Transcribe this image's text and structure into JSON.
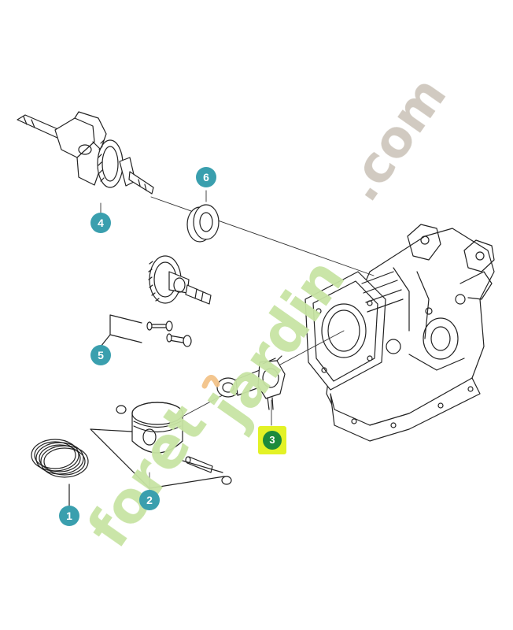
{
  "callouts": [
    {
      "id": "1",
      "label": "1",
      "color": "#3a9fae",
      "highlighted": false
    },
    {
      "id": "2",
      "label": "2",
      "color": "#3a9fae",
      "highlighted": false
    },
    {
      "id": "3",
      "label": "3",
      "color": "#1c8a3c",
      "highlighted": true,
      "highlight_color": "#e3f226"
    },
    {
      "id": "4",
      "label": "4",
      "color": "#3a9fae",
      "highlighted": false
    },
    {
      "id": "5",
      "label": "5",
      "color": "#3a9fae",
      "highlighted": false
    },
    {
      "id": "6",
      "label": "6",
      "color": "#3a9fae",
      "highlighted": false
    }
  ],
  "watermark": {
    "text_part1": "foret",
    "text_part2": "jardin",
    "text_part3": ".com",
    "color_green": "#c8e4a4",
    "color_orange": "#f3c38a",
    "color_gray": "#cfc8be"
  },
  "parts": [
    {
      "name": "piston-rings-icon"
    },
    {
      "name": "piston-icon"
    },
    {
      "name": "connecting-rod-icon"
    },
    {
      "name": "crankshaft-icon"
    },
    {
      "name": "camshaft-icon"
    },
    {
      "name": "oil-seal-icon"
    },
    {
      "name": "engine-block-icon"
    }
  ]
}
